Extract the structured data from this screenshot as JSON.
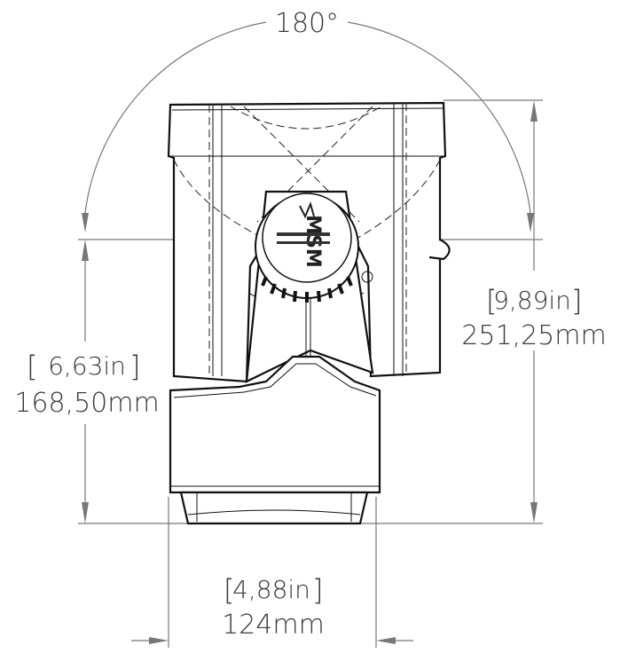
{
  "angle": {
    "label": "180°"
  },
  "total_height": {
    "inches": "9,89in",
    "mm": "251,25mm"
  },
  "pivot_height": {
    "inches": "6,63in",
    "mm": "168,50mm"
  },
  "width": {
    "inches": "4,88in",
    "mm": "124mm"
  },
  "logo": {
    "text": "MSM"
  }
}
